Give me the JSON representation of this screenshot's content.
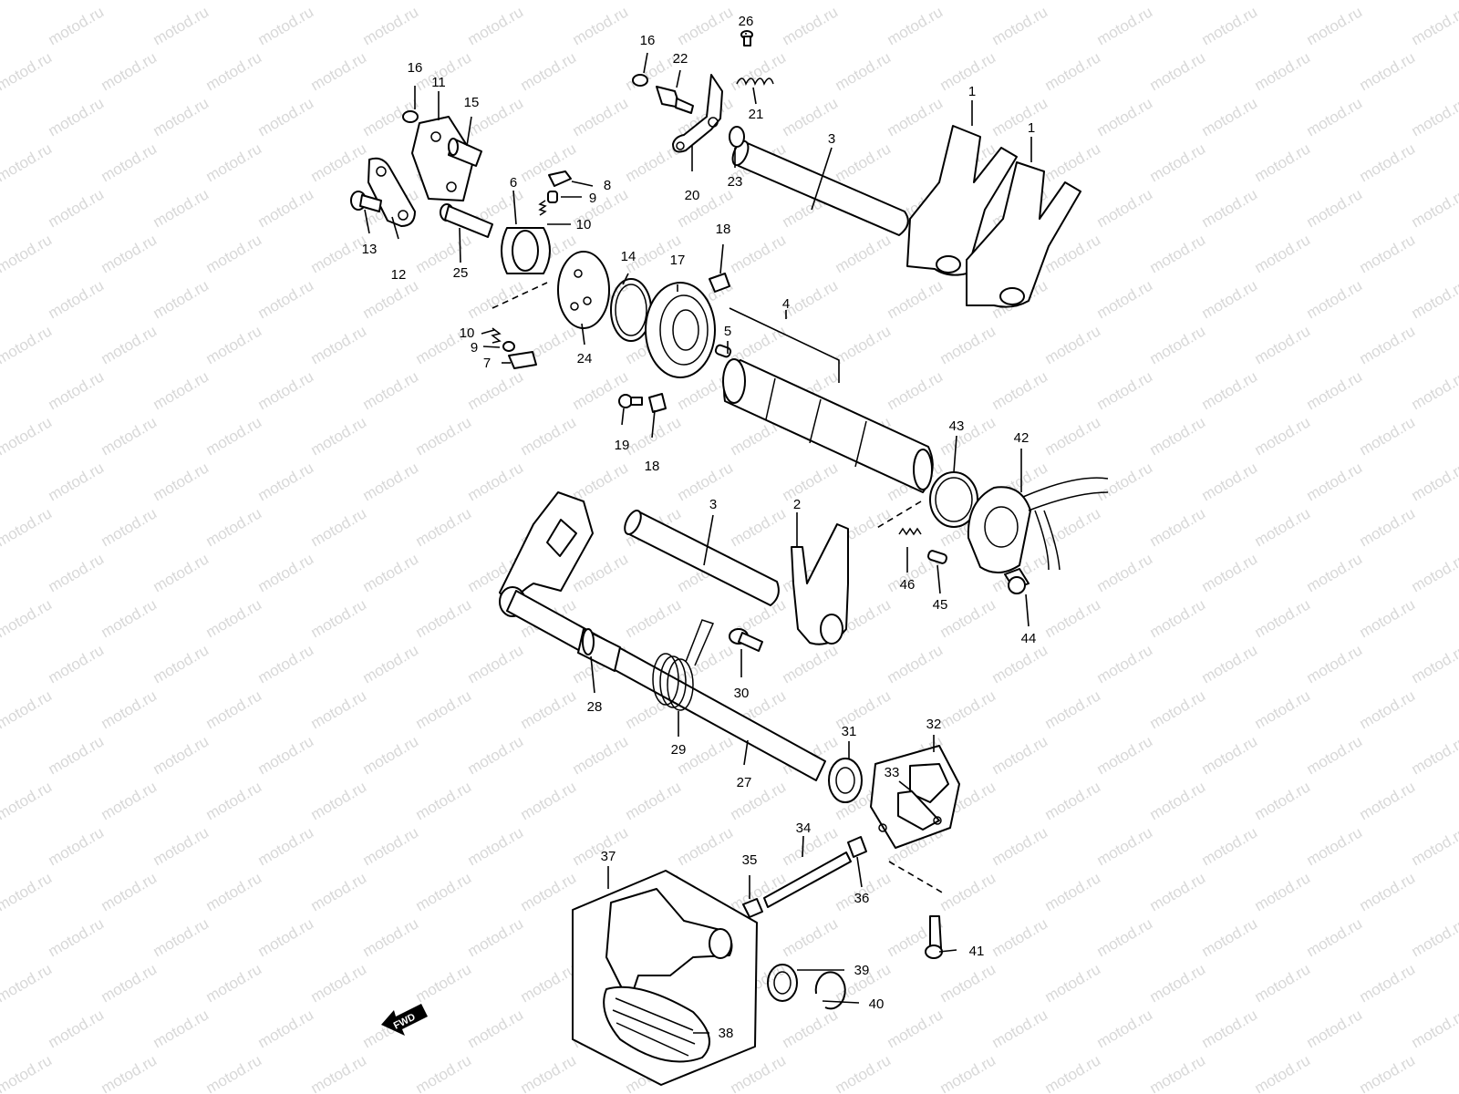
{
  "watermark_text": "motod.ru",
  "fwd_label": "FWD",
  "parts": [
    {
      "id": "p1a",
      "label": "1"
    },
    {
      "id": "p1b",
      "label": "1"
    },
    {
      "id": "p2",
      "label": "2"
    },
    {
      "id": "p3a",
      "label": "3"
    },
    {
      "id": "p3b",
      "label": "3"
    },
    {
      "id": "p4",
      "label": "4"
    },
    {
      "id": "p5",
      "label": "5"
    },
    {
      "id": "p6",
      "label": "6"
    },
    {
      "id": "p7",
      "label": "7"
    },
    {
      "id": "p8",
      "label": "8"
    },
    {
      "id": "p9a",
      "label": "9"
    },
    {
      "id": "p9b",
      "label": "9"
    },
    {
      "id": "p10a",
      "label": "10"
    },
    {
      "id": "p10b",
      "label": "10"
    },
    {
      "id": "p11",
      "label": "11"
    },
    {
      "id": "p12",
      "label": "12"
    },
    {
      "id": "p13",
      "label": "13"
    },
    {
      "id": "p14",
      "label": "14"
    },
    {
      "id": "p15",
      "label": "15"
    },
    {
      "id": "p16a",
      "label": "16"
    },
    {
      "id": "p16b",
      "label": "16"
    },
    {
      "id": "p17",
      "label": "17"
    },
    {
      "id": "p18a",
      "label": "18"
    },
    {
      "id": "p18b",
      "label": "18"
    },
    {
      "id": "p19",
      "label": "19"
    },
    {
      "id": "p20",
      "label": "20"
    },
    {
      "id": "p21",
      "label": "21"
    },
    {
      "id": "p22",
      "label": "22"
    },
    {
      "id": "p23",
      "label": "23"
    },
    {
      "id": "p24",
      "label": "24"
    },
    {
      "id": "p25",
      "label": "25"
    },
    {
      "id": "p26",
      "label": "26"
    },
    {
      "id": "p27",
      "label": "27"
    },
    {
      "id": "p28",
      "label": "28"
    },
    {
      "id": "p29",
      "label": "29"
    },
    {
      "id": "p30",
      "label": "30"
    },
    {
      "id": "p31",
      "label": "31"
    },
    {
      "id": "p32",
      "label": "32"
    },
    {
      "id": "p33",
      "label": "33"
    },
    {
      "id": "p34",
      "label": "34"
    },
    {
      "id": "p35",
      "label": "35"
    },
    {
      "id": "p36",
      "label": "36"
    },
    {
      "id": "p37",
      "label": "37"
    },
    {
      "id": "p38",
      "label": "38"
    },
    {
      "id": "p39",
      "label": "39"
    },
    {
      "id": "p40",
      "label": "40"
    },
    {
      "id": "p41",
      "label": "41"
    },
    {
      "id": "p42",
      "label": "42"
    },
    {
      "id": "p43",
      "label": "43"
    },
    {
      "id": "p44",
      "label": "44"
    },
    {
      "id": "p45",
      "label": "45"
    },
    {
      "id": "p46",
      "label": "46"
    }
  ]
}
